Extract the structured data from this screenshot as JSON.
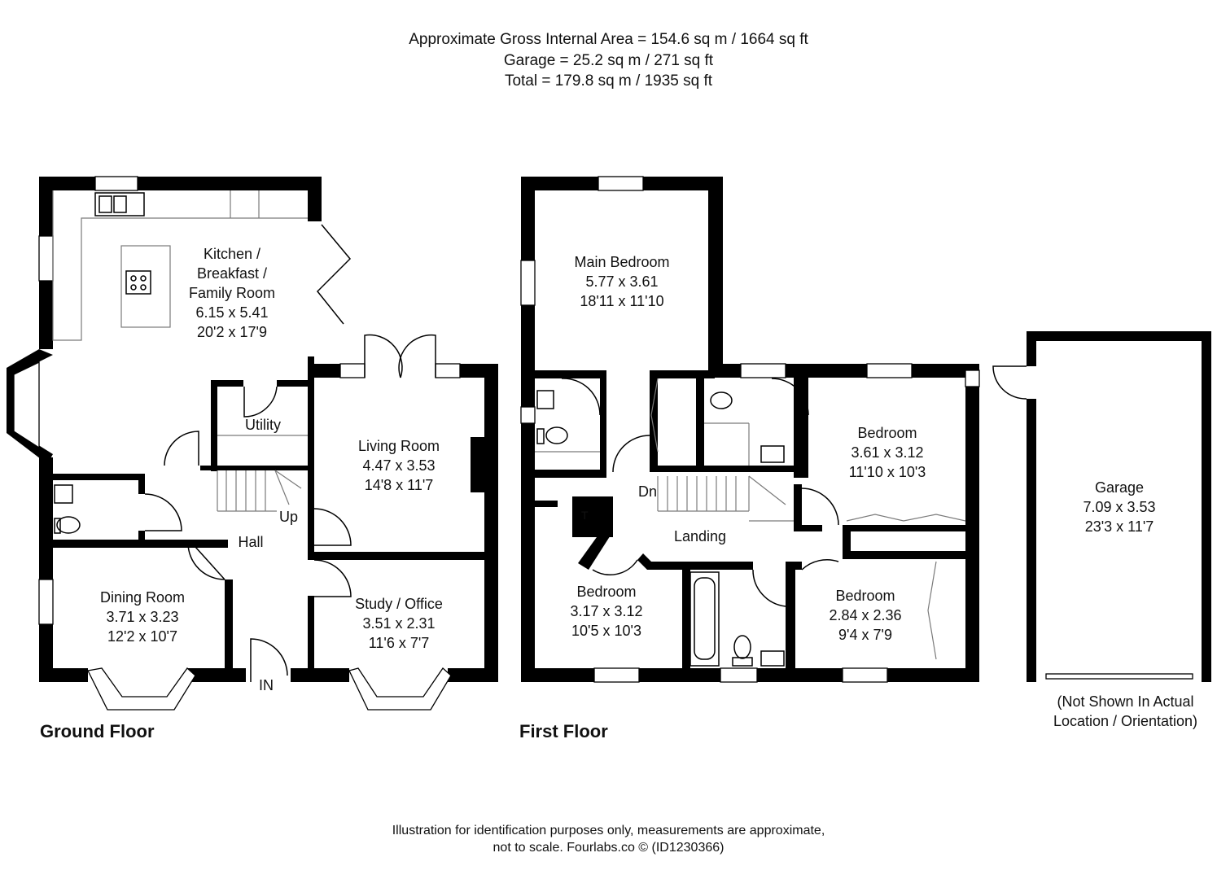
{
  "header": {
    "line1": "Approximate Gross Internal Area = 154.6 sq m / 1664 sq ft",
    "line2": "Garage = 25.2 sq m / 271 sq ft",
    "line3": "Total = 179.8 sq m / 1935 sq ft"
  },
  "floors": {
    "ground": "Ground Floor",
    "first": "First Floor"
  },
  "rooms": {
    "kitchen": {
      "name1": "Kitchen /",
      "name2": "Breakfast /",
      "name3": "Family Room",
      "metric": "6.15 x 5.41",
      "imperial": "20'2 x 17'9"
    },
    "utility": {
      "name": "Utility"
    },
    "living": {
      "name": "Living Room",
      "metric": "4.47 x 3.53",
      "imperial": "14'8 x 11'7"
    },
    "hall": {
      "name": "Hall"
    },
    "dining": {
      "name": "Dining Room",
      "metric": "3.71 x 3.23",
      "imperial": "12'2 x 10'7"
    },
    "study": {
      "name": "Study / Office",
      "metric": "3.51 x 2.31",
      "imperial": "11'6 x 7'7"
    },
    "main_bedroom": {
      "name": "Main Bedroom",
      "metric": "5.77 x 3.61",
      "imperial": "18'11 x 11'10"
    },
    "bedroom2": {
      "name": "Bedroom",
      "metric": "3.61 x 3.12",
      "imperial": "11'10 x 10'3"
    },
    "landing": {
      "name": "Landing"
    },
    "bedroom3": {
      "name": "Bedroom",
      "metric": "3.17 x 3.12",
      "imperial": "10'5 x 10'3"
    },
    "bedroom4": {
      "name": "Bedroom",
      "metric": "2.84 x 2.36",
      "imperial": "9'4 x 7'9"
    },
    "garage": {
      "name": "Garage",
      "metric": "7.09 x 3.53",
      "imperial": "23'3 x 11'7"
    }
  },
  "labels": {
    "up": "Up",
    "dn": "Dn",
    "in": "IN",
    "tank": "T"
  },
  "garage_note": {
    "line1": "(Not Shown In Actual",
    "line2": "Location / Orientation)"
  },
  "footer": {
    "line1": "Illustration for identification purposes only, measurements are approximate,",
    "line2": "not to scale. Fourlabs.co © (ID1230366)"
  }
}
